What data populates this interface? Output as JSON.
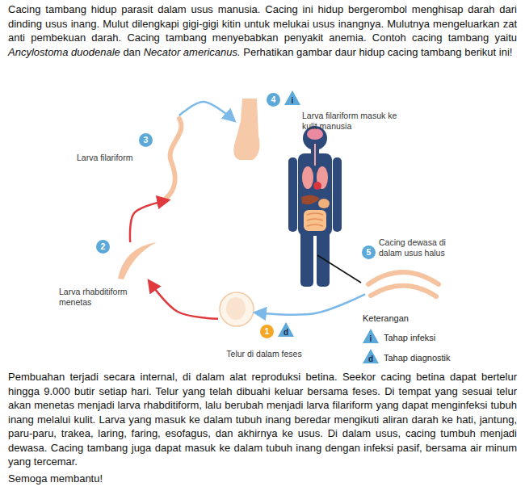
{
  "diagram": {
    "nodes": [
      {
        "text": [
          "1",
          "d",
          "Telur di dalam feses"
        ]
      },
      {
        "text": [
          "2",
          "Larva rhabditiform menetas"
        ]
      },
      {
        "text": [
          "3",
          "Larva filariform"
        ]
      },
      {
        "text": [
          "4",
          "i",
          "Larva filariform masuk ke kulit manusia"
        ]
      },
      {
        "text": [
          "5",
          "Cacing dewasa di dalam usus halus"
        ]
      }
    ],
    "edges": [
      {
        "from": 0,
        "to": 1,
        "arrow": "to"
      },
      {
        "from": 1,
        "to": 2,
        "arrow": "to"
      },
      {
        "from": 2,
        "to": 3,
        "arrow": "to"
      },
      {
        "from": 4,
        "to": 0,
        "arrow": "to"
      }
    ],
    "labels": [
      "Cacing tambang hidup parasit dalam usus manusia. Cacing ini hidup bergerombol menghisap darah dari dinding usus inang. Mulut dilengkapi gigi-gigi kitin untuk melukai usus inangnya. Mulutnya mengeluarkan zat anti pembekuan darah. Cacing tambang menyebabkan penyakit anemia. Contoh cacing tambang yaitu",
      "Ancylostoma duodenale",
      "dan",
      "Necator americanus.",
      "Perhatikan gambar daur hidup cacing tambang berikut ini!",
      "Keterangan",
      "i",
      "d",
      "Pembuahan terjadi secara internal, di dalam alat reproduksi betina. Seekor cacing betina dapat bertelur hingga 9.000 butir setiap hari. Telur yang telah dibuahi keluar bersama feses. Di tempat yang sesuai telur akan menetas menjadi larva rhabditiform, lalu berubah menjadi larva filariform yang dapat menginfeksi tubuh inang melalui kulit. Larva yang masuk ke dalam tubuh inang beredar mengikuti aliran darah ke hati, jantung, paru-paru, trakea, laring, faring, esofagus, dan akhirnya ke usus. Di dalam usus, cacing tumbuh menjadi dewasa. Cacing tambang juga dapat masuk ke dalam tubuh inang dengan infeksi pasif, bersama air minum yang tercemar.",
      "Semoga membantu!"
    ],
    "legend": [
      {
        "text": "Tahap infeksi"
      },
      {
        "text": "Tahap diagnostik"
      }
    ]
  }
}
